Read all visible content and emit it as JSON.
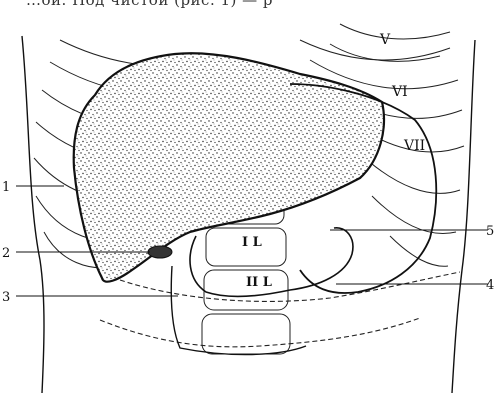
{
  "caption_fragment": "…ой. Под чистой (рис. 1) — р",
  "rib_labels": [
    "V",
    "VI",
    "VII"
  ],
  "vertebra_labels": [
    "I L",
    "II L"
  ],
  "callouts_left": [
    "1",
    "2",
    "3"
  ],
  "callouts_right": [
    "5",
    "4"
  ],
  "colors": {
    "ink": "#111111",
    "stipple": "#222222",
    "paper": "#ffffff"
  }
}
